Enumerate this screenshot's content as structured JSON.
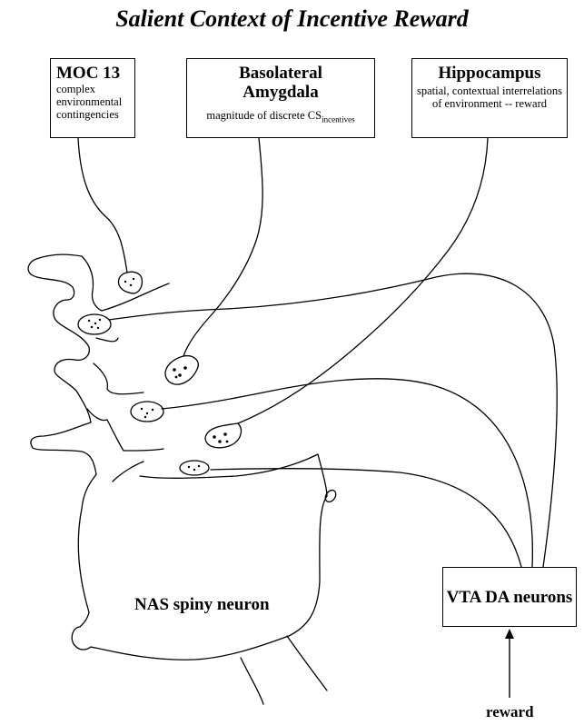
{
  "title": "Salient Context of Incentive Reward",
  "boxes": {
    "moc": {
      "head": "MOC 13",
      "desc": "complex environmental contingencies"
    },
    "bla": {
      "head_line1": "Basolateral",
      "head_line2": "Amygdala",
      "desc": "magnitude of discrete CS",
      "desc_sub": "incentives"
    },
    "hippocampus": {
      "head": "Hippocampus",
      "desc": "spatial, contextual interrelations of environment -- reward"
    },
    "vta": {
      "head": "VTA DA neurons"
    }
  },
  "nas_label": "NAS spiny neuron",
  "reward_label": "reward"
}
